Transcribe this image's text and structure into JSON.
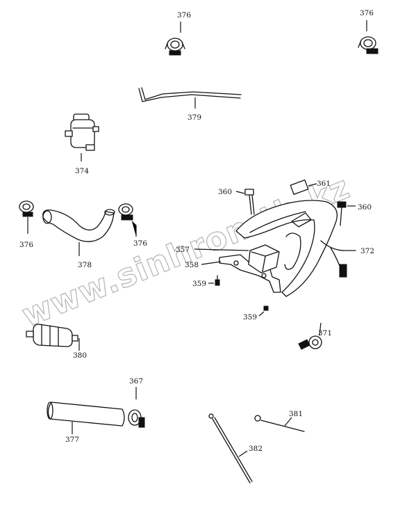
{
  "watermark": "www.sinhron-tb.kz",
  "callouts": {
    "c376a": "376",
    "c376b": "376",
    "c379": "379",
    "c374": "374",
    "c361": "361",
    "c360a": "360",
    "c360b": "360",
    "c376c": "376",
    "c376d": "376",
    "c378": "378",
    "c357": "357",
    "c358": "358",
    "c372": "372",
    "c359a": "359",
    "c359b": "359",
    "c371": "371",
    "c380": "380",
    "c367": "367",
    "c377": "377",
    "c381": "381",
    "c382": "382"
  }
}
